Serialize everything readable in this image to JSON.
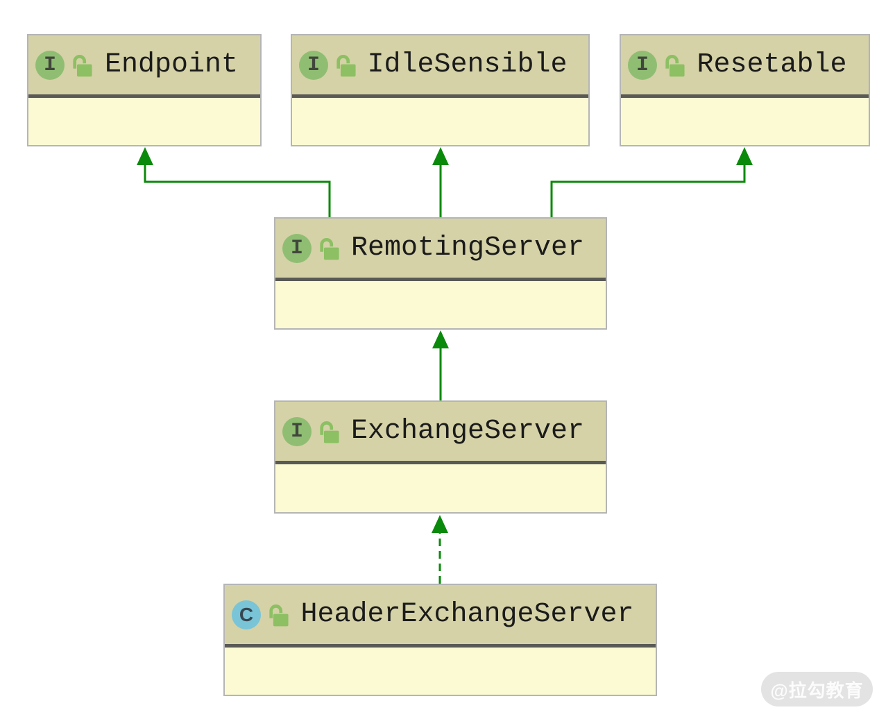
{
  "diagram": {
    "nodes": [
      {
        "id": "endpoint",
        "name": "Endpoint",
        "kind": "interface",
        "icon_letter": "I"
      },
      {
        "id": "idlesensible",
        "name": "IdleSensible",
        "kind": "interface",
        "icon_letter": "I"
      },
      {
        "id": "resetable",
        "name": "Resetable",
        "kind": "interface",
        "icon_letter": "I"
      },
      {
        "id": "remotingserver",
        "name": "RemotingServer",
        "kind": "interface",
        "icon_letter": "I"
      },
      {
        "id": "exchangeserver",
        "name": "ExchangeServer",
        "kind": "interface",
        "icon_letter": "I"
      },
      {
        "id": "headerexchangeserver",
        "name": "HeaderExchangeServer",
        "kind": "class",
        "icon_letter": "C"
      }
    ],
    "edges": [
      {
        "from": "RemotingServer",
        "to": "Endpoint",
        "type": "extends",
        "style": "solid"
      },
      {
        "from": "RemotingServer",
        "to": "IdleSensible",
        "type": "extends",
        "style": "solid"
      },
      {
        "from": "RemotingServer",
        "to": "Resetable",
        "type": "extends",
        "style": "solid"
      },
      {
        "from": "ExchangeServer",
        "to": "RemotingServer",
        "type": "extends",
        "style": "solid"
      },
      {
        "from": "HeaderExchangeServer",
        "to": "ExchangeServer",
        "type": "implements",
        "style": "dashed"
      }
    ],
    "colors": {
      "node_header": "#d5d2a7",
      "node_body": "#fbfad2",
      "node_border": "#b5b5b5",
      "separator": "#595955",
      "interface_badge": "#8fbe72",
      "class_badge": "#7ac4d7",
      "lock": "#8cc063",
      "edge": "#0a8a0a",
      "text": "#1b1b1b"
    },
    "watermark": "@拉勾教育"
  }
}
